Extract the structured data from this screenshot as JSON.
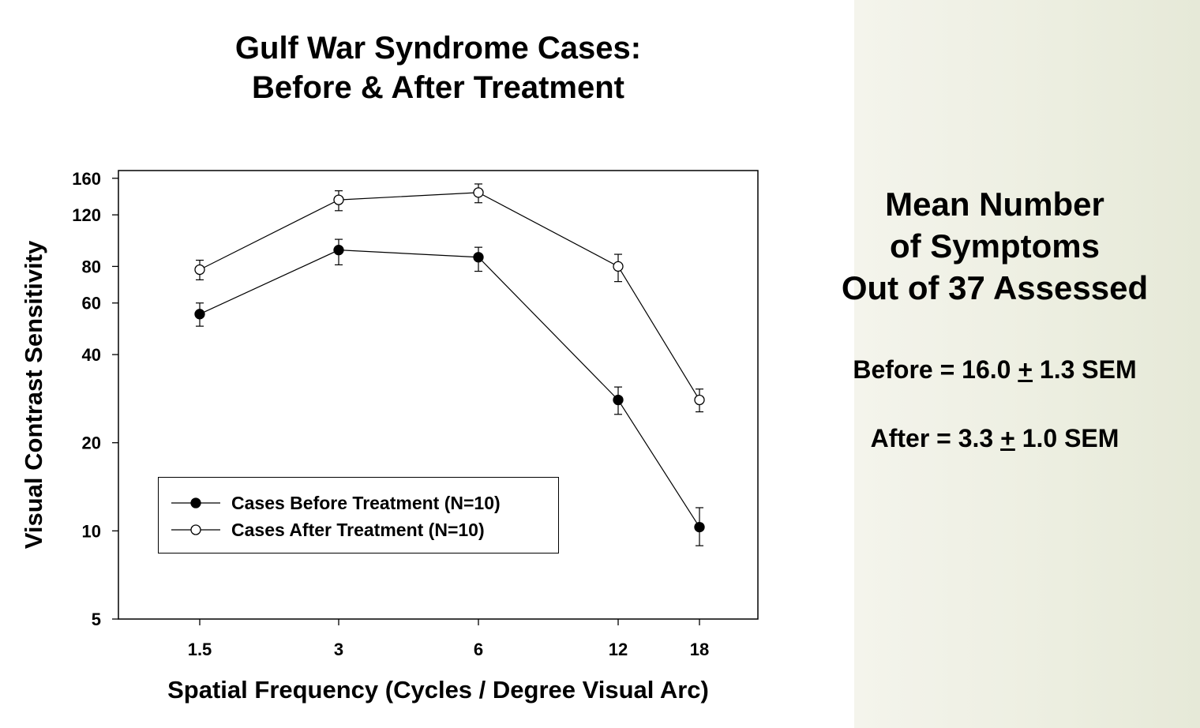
{
  "chart_data": {
    "type": "line",
    "title": [
      "Gulf War Syndrome Cases:",
      "Before & After Treatment"
    ],
    "xlabel": "Spatial Frequency (Cycles / Degree Visual Arc)",
    "ylabel": "Visual Contrast Sensitivity",
    "x_ticks": [
      "1.5",
      "3",
      "6",
      "12",
      "18"
    ],
    "x_scale": "log",
    "y_scale": "log",
    "y_ticks": [
      5,
      10,
      20,
      40,
      60,
      80,
      120,
      160
    ],
    "ylim": [
      5,
      170
    ],
    "legend_position": "bottom-left",
    "series": [
      {
        "name": "Cases Before Treatment (N=10)",
        "marker": "filled-circle",
        "x": [
          1.5,
          3,
          6,
          12,
          18
        ],
        "y": [
          55,
          91,
          86,
          28,
          10.3
        ],
        "err_low": [
          50,
          81,
          77,
          25,
          8.9
        ],
        "err_high": [
          60,
          99,
          93,
          31,
          12.0
        ]
      },
      {
        "name": "Cases After Treatment (N=10)",
        "marker": "open-circle",
        "x": [
          1.5,
          3,
          6,
          12,
          18
        ],
        "y": [
          78,
          135,
          143,
          80,
          28
        ],
        "err_low": [
          72,
          124,
          132,
          71,
          25.5
        ],
        "err_high": [
          84,
          145,
          153,
          88,
          30.5
        ]
      }
    ]
  },
  "summary": {
    "title_lines": [
      "Mean Number",
      "of Symptoms",
      "Out of 37 Assessed"
    ],
    "before": {
      "label": "Before = 16.0 ",
      "pm": "+",
      "rest": " 1.3 SEM"
    },
    "after": {
      "label": "After = 3.3 ",
      "pm": "+",
      "rest": " 1.0 SEM"
    }
  },
  "colors": {
    "panel_background": "#eef0e3",
    "ink": "#000000"
  }
}
